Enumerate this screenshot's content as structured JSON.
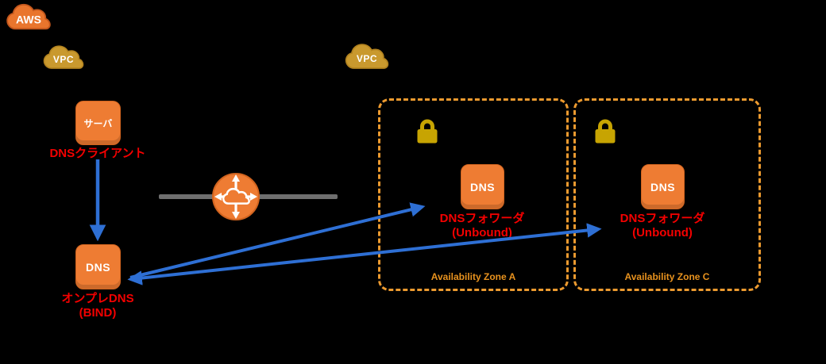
{
  "diagram": {
    "aws_cloud": {
      "label": "AWS"
    },
    "left_vpc": {
      "label": "VPC"
    },
    "right_vpc": {
      "label": "VPC"
    },
    "client": {
      "icon_label": "サーバ",
      "caption": "DNSクライアント"
    },
    "onprem_dns": {
      "icon_label": "DNS",
      "caption_line1": "オンプレDNS",
      "caption_line2": "(BIND)"
    },
    "zones": [
      {
        "dns_icon_label": "DNS",
        "caption_line1": "DNSフォワーダ",
        "caption_line2": "(Unbound)",
        "zone_label": "Availability Zone A"
      },
      {
        "dns_icon_label": "DNS",
        "caption_line1": "DNSフォワーダ",
        "caption_line2": "(Unbound)",
        "zone_label": "Availability Zone C"
      }
    ],
    "icons": {
      "aws_cloud": "cloud",
      "vpc": "cloud",
      "client": "server-rounded-square",
      "dns": "dns-rounded-square",
      "network_link": "gray-line-with-vpc-router",
      "router": "circle-cloud-four-arrows",
      "security": "padlock",
      "traffic": "blue-arrows"
    }
  },
  "colors": {
    "icon_orange": "#EE7C33",
    "icon_orange_border": "#D2641F",
    "aws_cloud_fill": "#E9752D",
    "aws_cloud_border": "#C2561C",
    "cloud_gold": "#C9992E",
    "cloud_gold_border": "#B3831F",
    "lock_gold": "#C7A402",
    "arrow_blue": "#2E6FD4",
    "line_gray": "#6F6F6F",
    "text_red": "#F40000",
    "zone_label_orange": "#E8921E",
    "dashed_border_orange": "#EC9A2F",
    "bg": "#000000"
  }
}
